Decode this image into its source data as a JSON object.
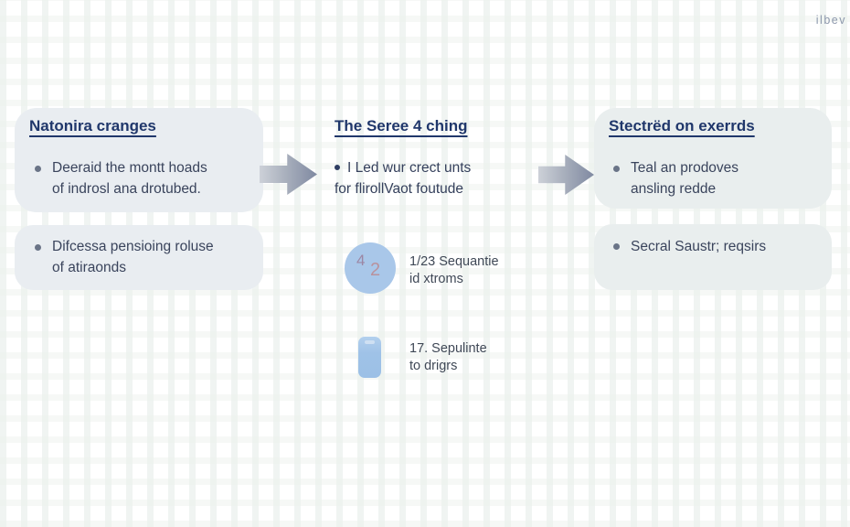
{
  "watermark": "ilbev",
  "colors": {
    "header_text": "#20376b",
    "body_text": "#3a445c",
    "card_bg": "#e9edf1",
    "arrow_gradient_from": "#cdd1d8",
    "arrow_gradient_to": "#7f89a1",
    "circle_bg": "#a9c7e9",
    "circle_digit_a": "#9c86a4",
    "circle_digit_b": "#b9929d",
    "phone_icon": "#9fc2e7"
  },
  "left_column": {
    "header": "Natonira cranges",
    "card1": {
      "bullet_lines": [
        "Deeraid the montt hoads",
        "of indrosl ana drotubed."
      ]
    },
    "card2": {
      "bullet_lines": [
        "Difcessa pensioing roluse",
        "of atiraonds"
      ]
    }
  },
  "middle_column": {
    "header": "The Seree 4 ching",
    "bullet_lines": [
      "I Led wur crect unts",
      "for flirollVaot foutude"
    ],
    "circle_stat": {
      "digit_large": "4",
      "digit_small": "2",
      "label_lines": [
        "1/23 Sequantie",
        "id xtroms"
      ]
    },
    "phone_stat": {
      "label_lines": [
        "17. Sepulinte",
        "to drigrs"
      ]
    }
  },
  "right_column": {
    "header": "Stectrëd on exerrds",
    "card1": {
      "bullet_lines": [
        "Teal an prodoves",
        "ansling redde"
      ]
    },
    "card2": {
      "bullet_lines": [
        "Secral Saustr; reqsirs"
      ]
    }
  }
}
